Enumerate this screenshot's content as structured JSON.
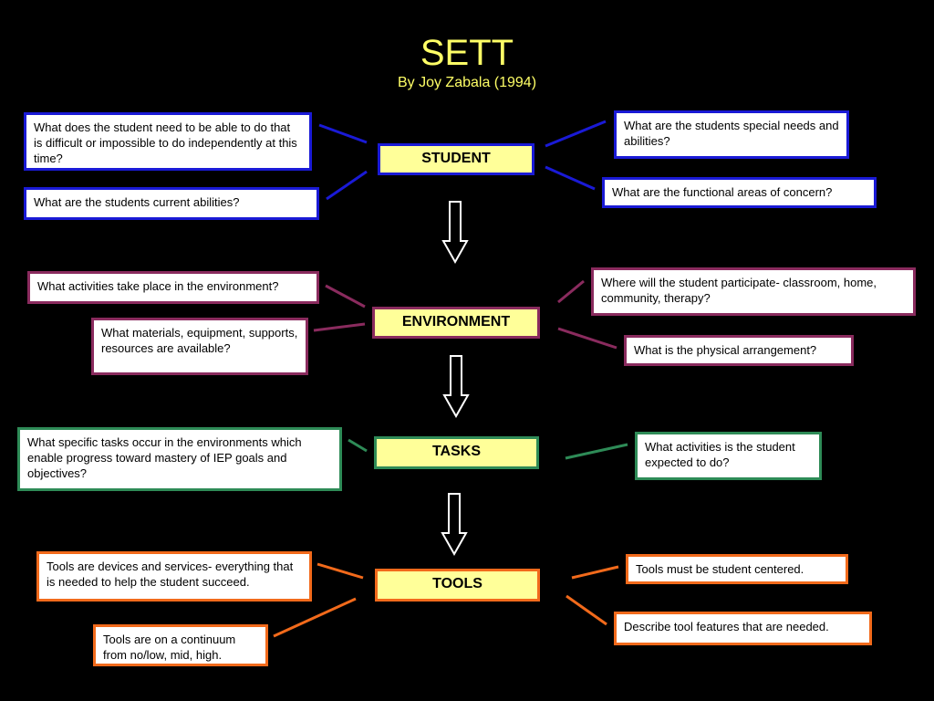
{
  "title": "SETT",
  "subtitle": "By Joy Zabala (1994)",
  "hubs": {
    "student": "STUDENT",
    "environment": "ENVIRONMENT",
    "tasks": "TASKS",
    "tools": "TOOLS"
  },
  "student": {
    "q1": "What does the student need to be able to do that is difficult or impossible to do independently at this time?",
    "q2": "What are the students current abilities?",
    "q3": "What are the students special needs and abilities?",
    "q4": "What are the functional areas of concern?"
  },
  "environment": {
    "q1": "What activities take place in the environment?",
    "q2": "What materials, equipment, supports, resources are available?",
    "q3": "Where will the student participate- classroom, home, community, therapy?",
    "q4": "What is the physical arrangement?"
  },
  "tasks": {
    "q1": "What specific tasks occur in the environments which enable progress toward mastery of IEP goals and objectives?",
    "q2": "What activities is the student expected to do?"
  },
  "tools": {
    "q1": "Tools are devices and services- everything that is needed to help the student succeed.",
    "q2": "Tools are on a continuum from no/low, mid, high.",
    "q3": "Tools must be student centered.",
    "q4": "Describe tool features that are needed."
  },
  "colors": {
    "student": "#1a1ad6",
    "environment": "#8a2b5e",
    "tasks": "#2e8b57",
    "tools": "#f26a1b",
    "title": "#ffff66",
    "hub_fill": "#ffff99"
  }
}
